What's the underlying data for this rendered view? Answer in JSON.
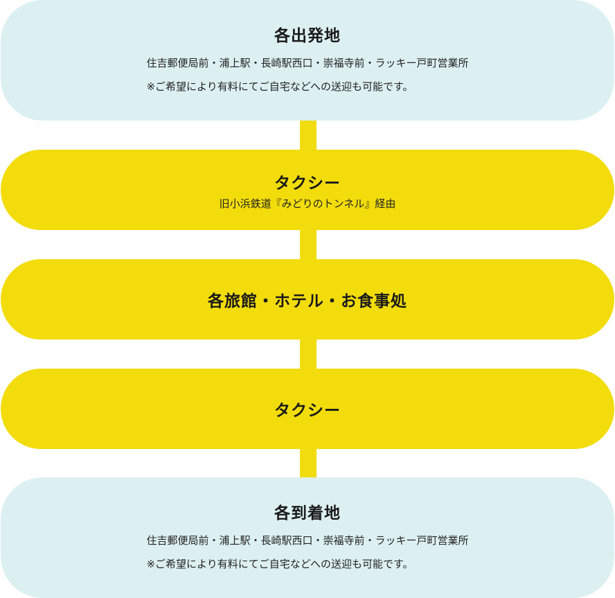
{
  "colors": {
    "light_blue": "#ddf0f1",
    "yellow": "#f2dc0b",
    "text": "#222222"
  },
  "steps": [
    {
      "title": "各出発地",
      "lines": [
        "住吉郵便局前・浦上駅・長崎駅西口・崇福寺前・ラッキー戸町営業所",
        "※ご希望により有料にてご自宅などへの送迎も可能です。"
      ]
    },
    {
      "title": "タクシー",
      "subtitle": "旧小浜鉄道『みどりのトンネル』経由"
    },
    {
      "title": "各旅館・ホテル・お食事処"
    },
    {
      "title": "タクシー"
    },
    {
      "title": "各到着地",
      "lines": [
        "住吉郵便局前・浦上駅・長崎駅西口・崇福寺前・ラッキー戸町営業所",
        "※ご希望により有料にてご自宅などへの送迎も可能です。"
      ]
    }
  ]
}
